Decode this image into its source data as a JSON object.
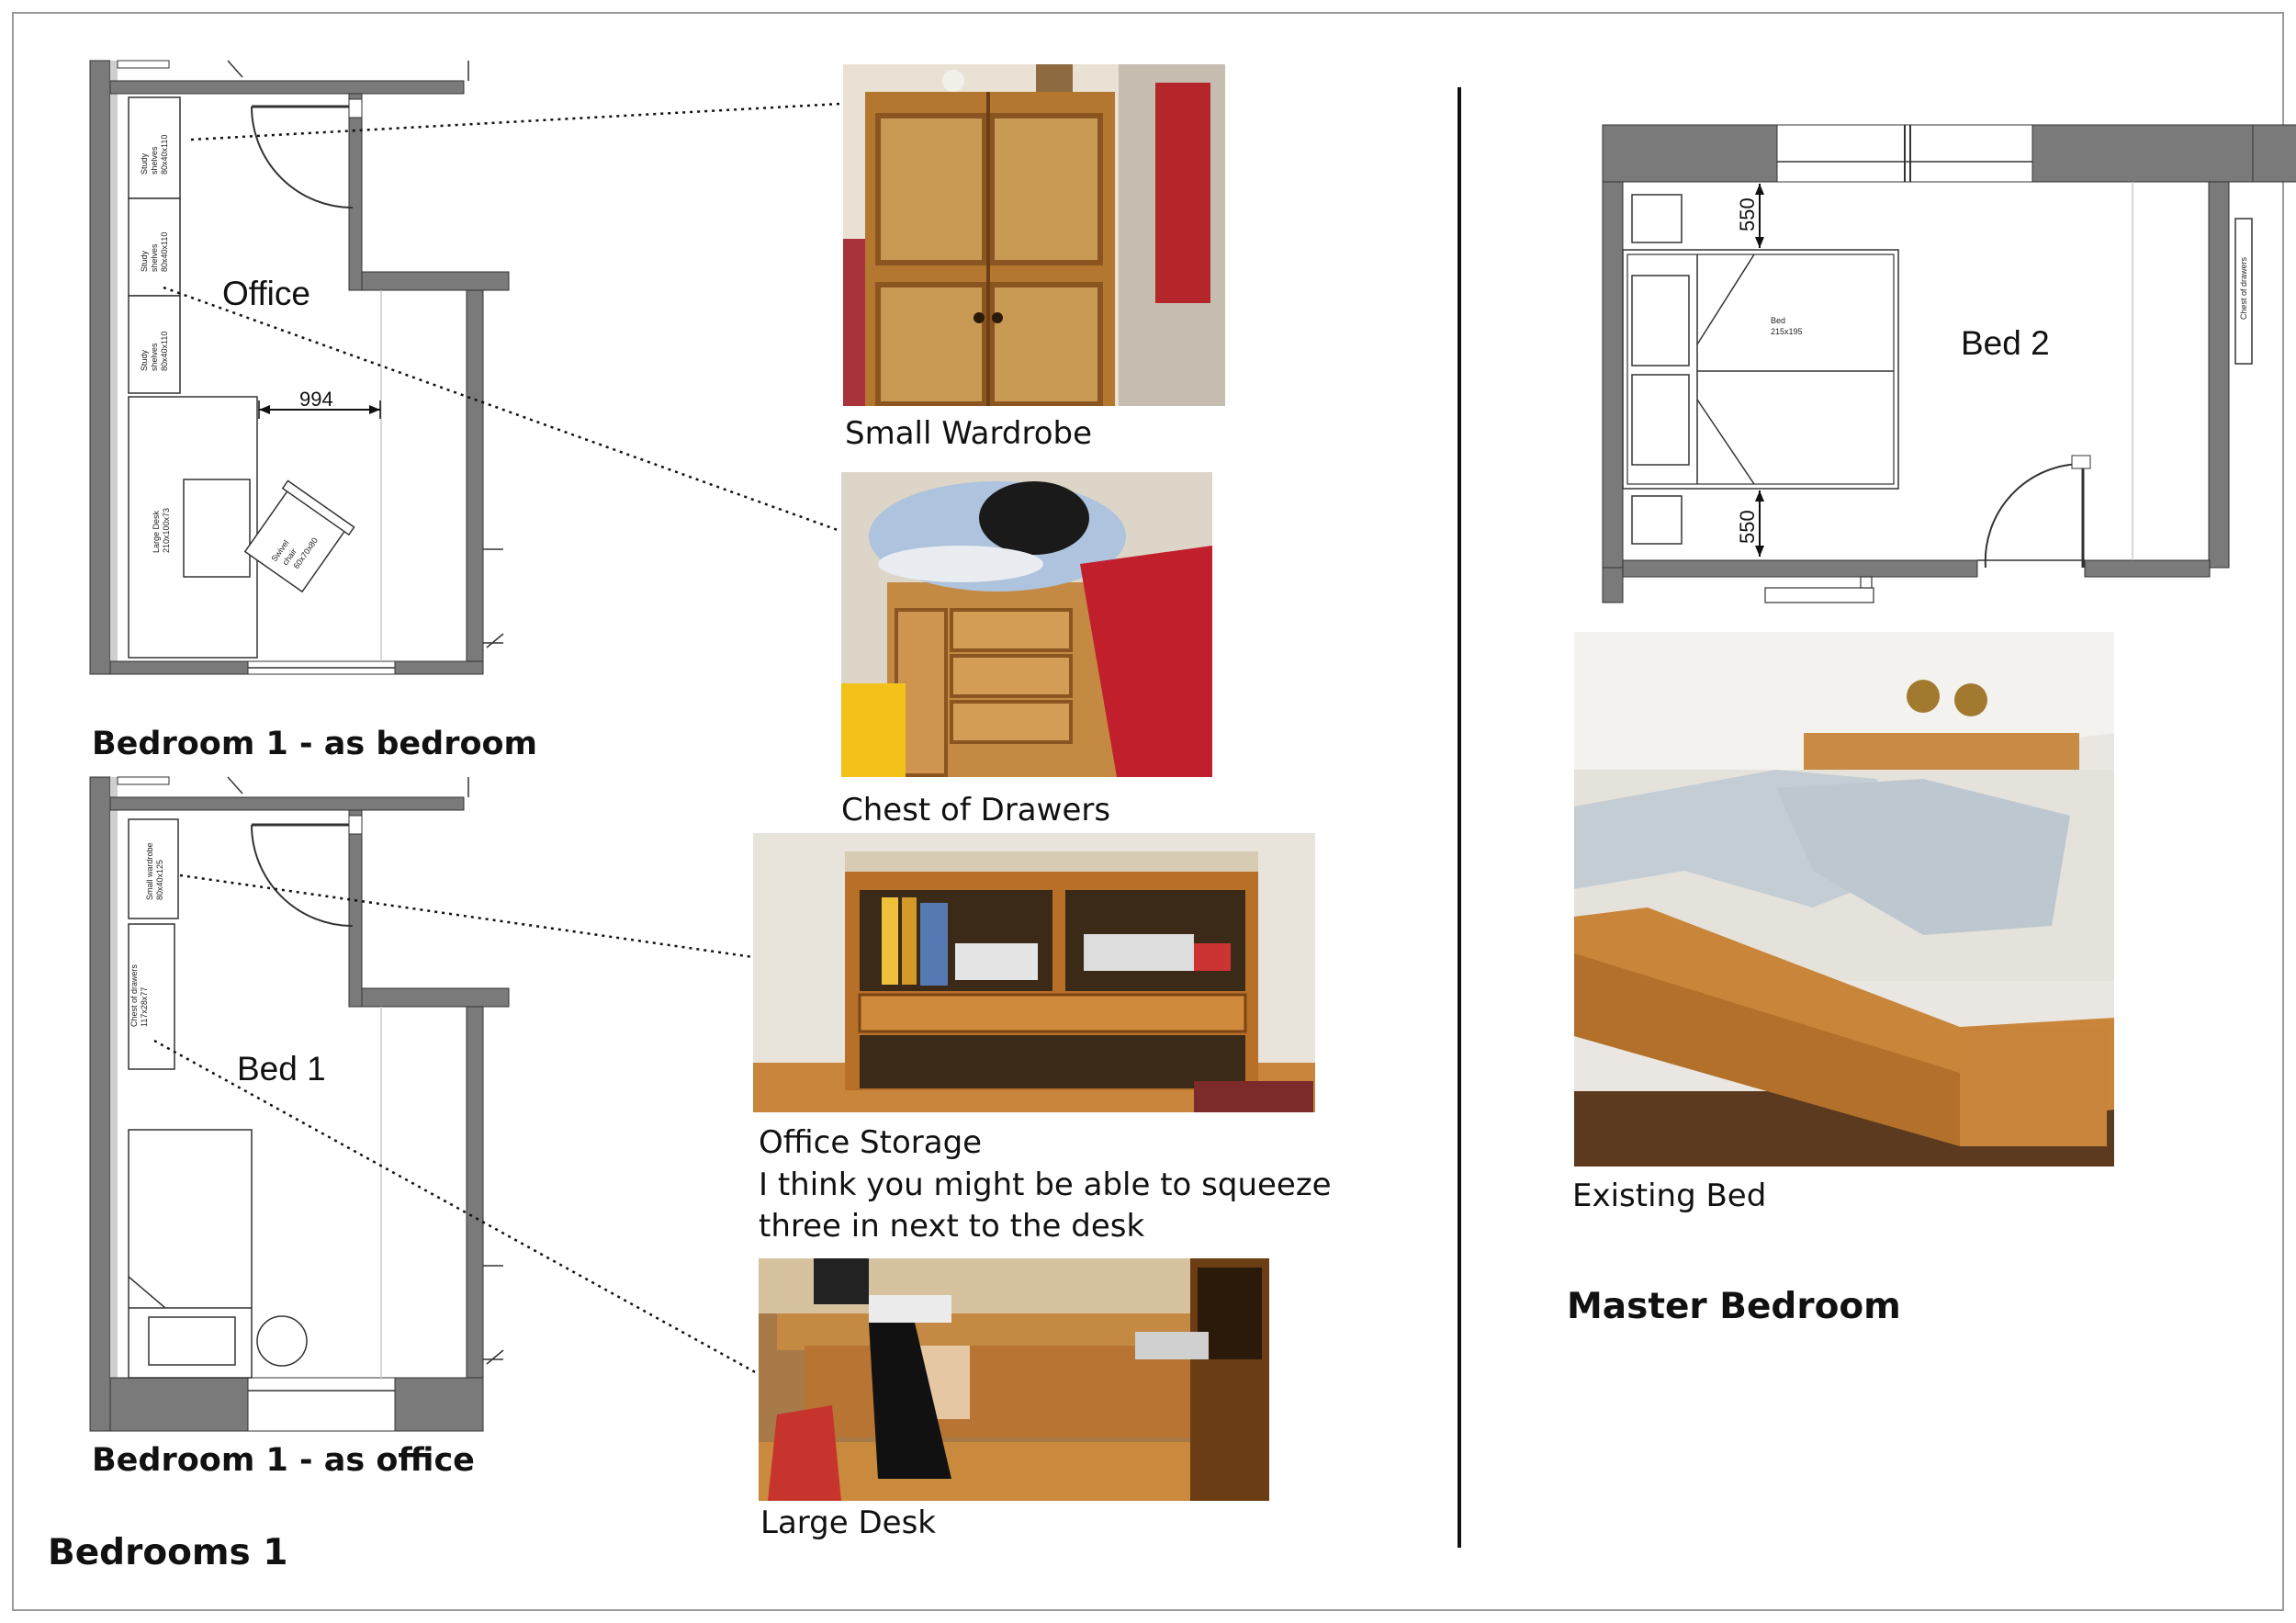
{
  "bedrooms1": {
    "section_title": "Bedrooms 1",
    "plan_bedroom": {
      "caption": "Bedroom 1 - as bedroom",
      "room_label": "Office",
      "dimension": "994",
      "furniture": {
        "shelf_1": [
          "Study",
          "shelves",
          "80x40x110"
        ],
        "shelf_2": [
          "Study",
          "shelves",
          "80x40x110"
        ],
        "shelf_3": [
          "Study",
          "shelves",
          "80x40x110"
        ],
        "desk": [
          "Large Desk",
          "210x100x73"
        ],
        "chair": [
          "Swivel",
          "chair",
          "60x70x80"
        ]
      }
    },
    "plan_office": {
      "caption": "Bedroom 1 - as office",
      "room_label": "Bed 1",
      "furniture": {
        "wardrobe": [
          "Small wardrobe",
          "80x40x125"
        ],
        "drawers": [
          "Chest of drawers",
          "117x28x77"
        ]
      }
    },
    "photos": {
      "wardrobe": {
        "caption": "Small Wardrobe"
      },
      "drawers": {
        "caption": "Chest of Drawers"
      },
      "storage": {
        "caption": "Office Storage",
        "note_line1": "I think you might be able to squeeze",
        "note_line2": "three in next to the desk"
      },
      "desk": {
        "caption": "Large Desk"
      }
    }
  },
  "master": {
    "section_title": "Master Bedroom",
    "room_label": "Bed 2",
    "dim_top": "550",
    "dim_bottom": "550",
    "bed_label": [
      "Bed",
      "215x195"
    ],
    "drawers_label": "Chest of drawers",
    "photo_caption": "Existing Bed"
  },
  "colors": {
    "wall": "#7a7a7a",
    "wood": "#b87a35",
    "pine": "#c89a5a",
    "border": "#999999"
  }
}
